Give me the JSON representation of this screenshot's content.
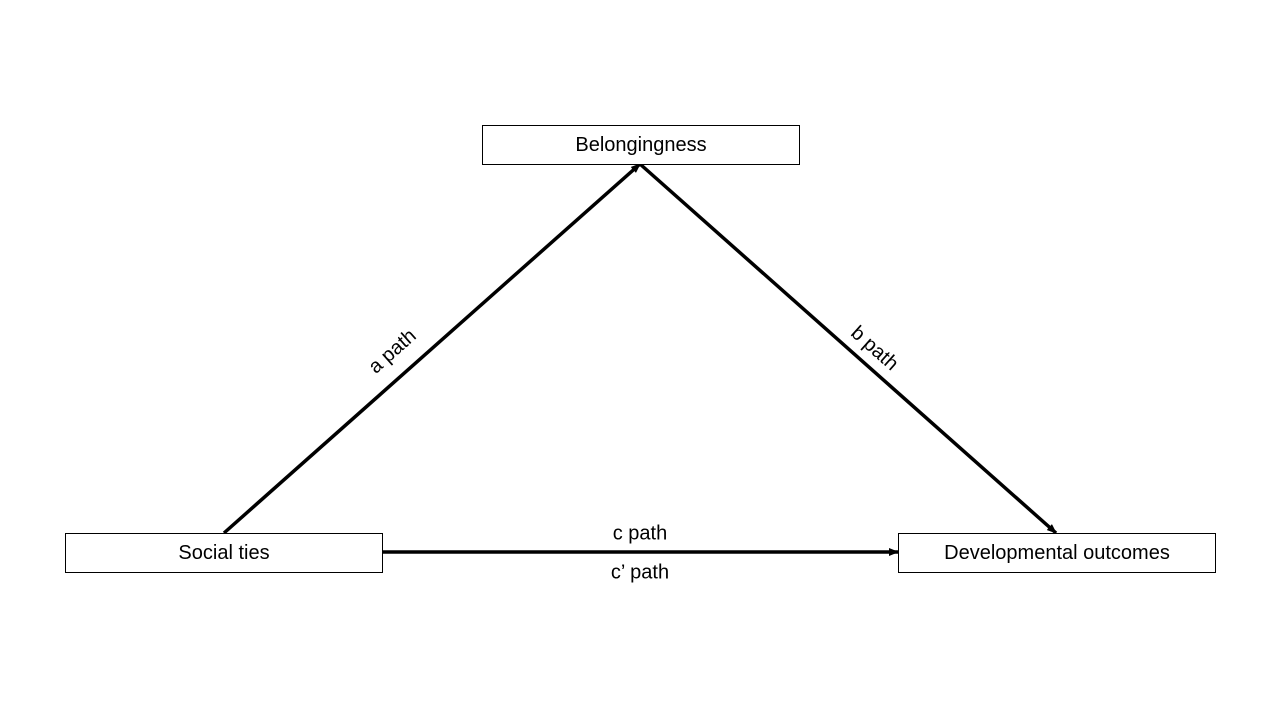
{
  "nodes": {
    "mediator": "Belongingness",
    "predictor": "Social ties",
    "outcome": "Developmental outcomes"
  },
  "edges": {
    "a_path": "a path",
    "b_path": "b path",
    "c_path": "c path",
    "c_prime_path": "c’ path"
  },
  "colors": {
    "stroke": "#000000",
    "background": "#ffffff"
  }
}
